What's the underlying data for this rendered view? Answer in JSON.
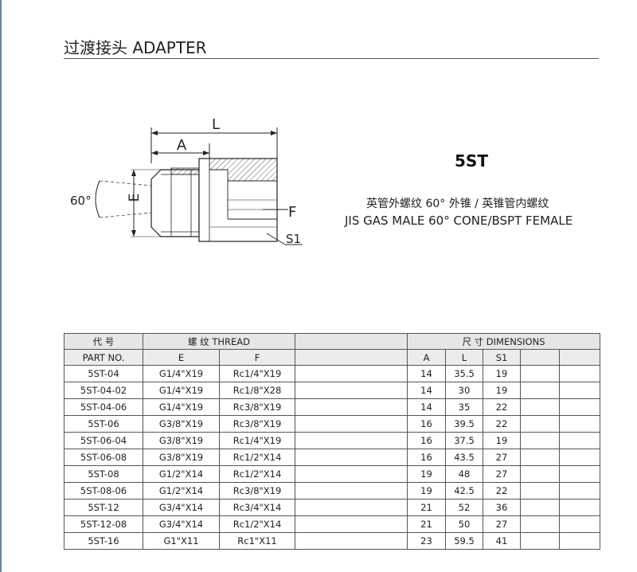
{
  "title": "过渡接头 ADAPTER",
  "product": {
    "code": "5ST",
    "description_cn": "英管外螺纹 60° 外锥 / 英锥管内螺纹",
    "description_en": "JIS GAS MALE 60°  CONE/BSPT FEMALE"
  },
  "drawing": {
    "label_l": "L",
    "label_a": "A",
    "label_angle": "60°",
    "label_e": "E",
    "label_f": "F",
    "label_s1": "S1"
  },
  "table": {
    "header1": {
      "code": "代 号",
      "thread": "螺 纹  THREAD",
      "dimensions": "尺 寸  DIMENSIONS"
    },
    "header2": {
      "part_no": "PART NO.",
      "e": "E",
      "f": "F",
      "a": "A",
      "l": "L",
      "s1": "S1"
    },
    "rows": [
      {
        "part": "5ST-04",
        "e": "G1/4\"X19",
        "f": "Rc1/4\"X19",
        "a": "14",
        "l": "35.5",
        "s1": "19"
      },
      {
        "part": "5ST-04-02",
        "e": "G1/4\"X19",
        "f": "Rc1/8\"X28",
        "a": "14",
        "l": "30",
        "s1": "19"
      },
      {
        "part": "5ST-04-06",
        "e": "G1/4\"X19",
        "f": "Rc3/8\"X19",
        "a": "14",
        "l": "35",
        "s1": "22"
      },
      {
        "part": "5ST-06",
        "e": "G3/8\"X19",
        "f": "Rc3/8\"X19",
        "a": "16",
        "l": "39.5",
        "s1": "22"
      },
      {
        "part": "5ST-06-04",
        "e": "G3/8\"X19",
        "f": "Rc1/4\"X19",
        "a": "16",
        "l": "37.5",
        "s1": "19"
      },
      {
        "part": "5ST-06-08",
        "e": "G3/8\"X19",
        "f": "Rc1/2\"X14",
        "a": "16",
        "l": "43.5",
        "s1": "27"
      },
      {
        "part": "5ST-08",
        "e": "G1/2\"X14",
        "f": "Rc1/2\"X14",
        "a": "19",
        "l": "48",
        "s1": "27"
      },
      {
        "part": "5ST-08-06",
        "e": "G1/2\"X14",
        "f": "Rc3/8\"X19",
        "a": "19",
        "l": "42.5",
        "s1": "22"
      },
      {
        "part": "5ST-12",
        "e": "G3/4\"X14",
        "f": "Rc3/4\"X14",
        "a": "21",
        "l": "52",
        "s1": "36"
      },
      {
        "part": "5ST-12-08",
        "e": "G3/4\"X14",
        "f": "Rc1/2\"X14",
        "a": "21",
        "l": "50",
        "s1": "27"
      },
      {
        "part": "5ST-16",
        "e": "G1\"X11",
        "f": "Rc1\"X11",
        "a": "23",
        "l": "59.5",
        "s1": "41"
      }
    ]
  }
}
